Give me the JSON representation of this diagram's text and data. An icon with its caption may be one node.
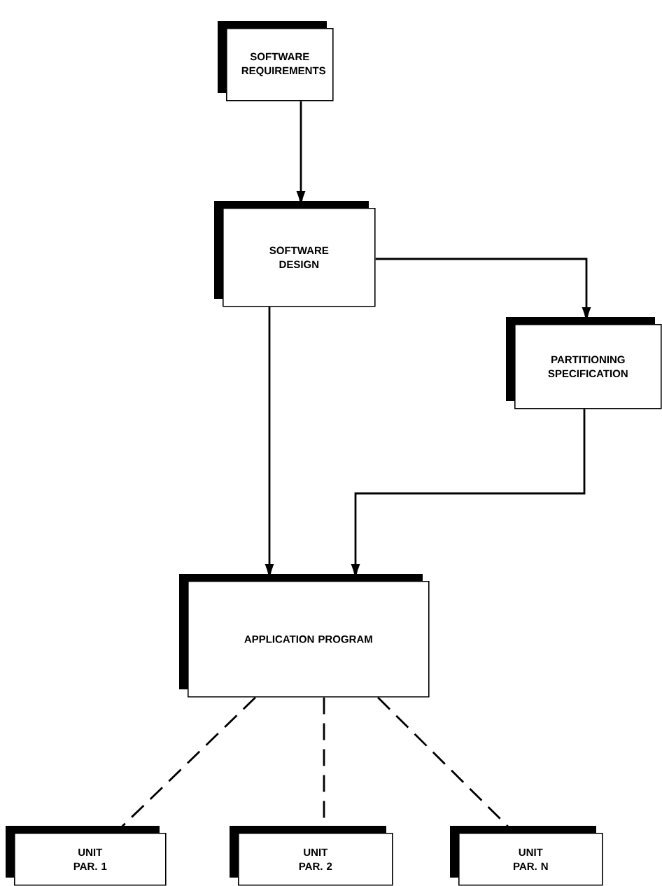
{
  "diagram": {
    "nodes": [
      {
        "text": [
          "SOFTWARE REQUIREMENTS"
        ]
      },
      {
        "text": [
          "SOFTWARE DESIGN"
        ]
      },
      {
        "text": [
          "PARTITIONING SPECIFICATION"
        ]
      },
      {
        "text": [
          "APPLICATION PROGRAM"
        ]
      },
      {
        "text": [
          "UNIT PAR. 1"
        ]
      },
      {
        "text": [
          "UNIT PAR. 2"
        ]
      },
      {
        "text": [
          "UNIT PAR. N"
        ]
      }
    ],
    "edges": [
      {
        "from": 0,
        "to": 1,
        "arrow": "to"
      },
      {
        "from": 1,
        "to": 3,
        "arrow": "to"
      },
      {
        "from": 1,
        "to": 2,
        "arrow": "to"
      },
      {
        "from": 2,
        "to": 3,
        "arrow": "to"
      },
      {
        "from": 3,
        "to": 4,
        "arrow": "none",
        "style": "dashed"
      },
      {
        "from": 3,
        "to": 5,
        "arrow": "none",
        "style": "dashed"
      },
      {
        "from": 3,
        "to": 6,
        "arrow": "none",
        "style": "dashed"
      }
    ]
  }
}
